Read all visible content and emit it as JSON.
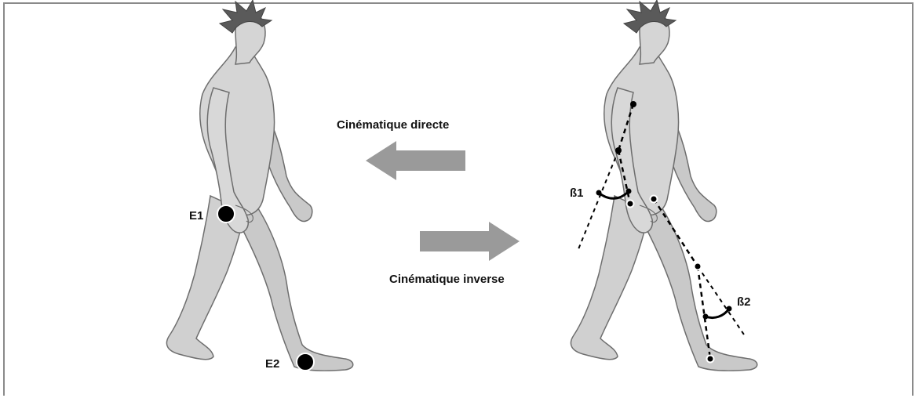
{
  "arrows": {
    "direct_label": "Cinématique directe",
    "inverse_label": "Cinématique inverse",
    "color": "#9a9a9a"
  },
  "left_figure": {
    "effector_1": "E1",
    "effector_2": "E2"
  },
  "right_figure": {
    "angle_1": "ß1",
    "angle_2": "ß2"
  },
  "colors": {
    "figure_fill": "#d3d3d3",
    "figure_outline": "#6e6e6e",
    "hair": "#5a5a5a",
    "marker": "#000000"
  }
}
